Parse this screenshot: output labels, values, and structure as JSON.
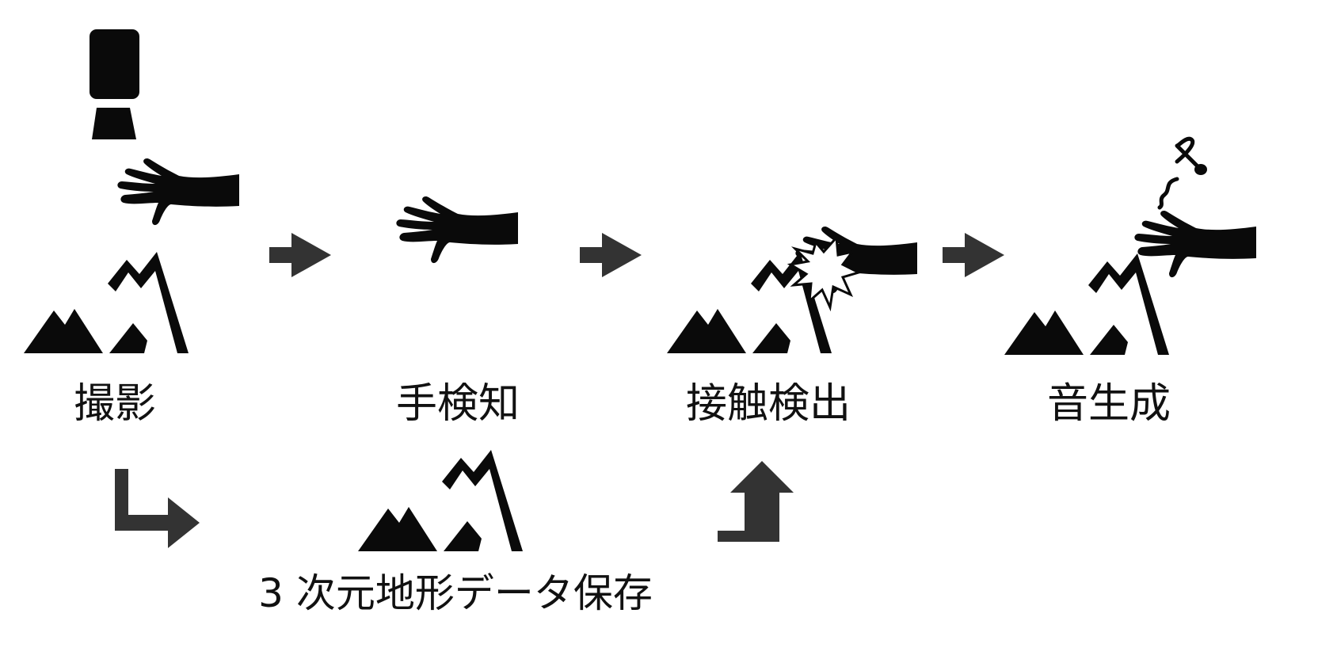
{
  "steps": {
    "capture": "撮影",
    "hand_detection": "手検知",
    "contact_detection": "接触検出",
    "sound_generation": "音生成"
  },
  "storage": {
    "terrain_data": "3 次元地形データ保存"
  },
  "colors": {
    "icon": "#0a0a0a",
    "arrow": "#333333",
    "text": "#111111"
  }
}
